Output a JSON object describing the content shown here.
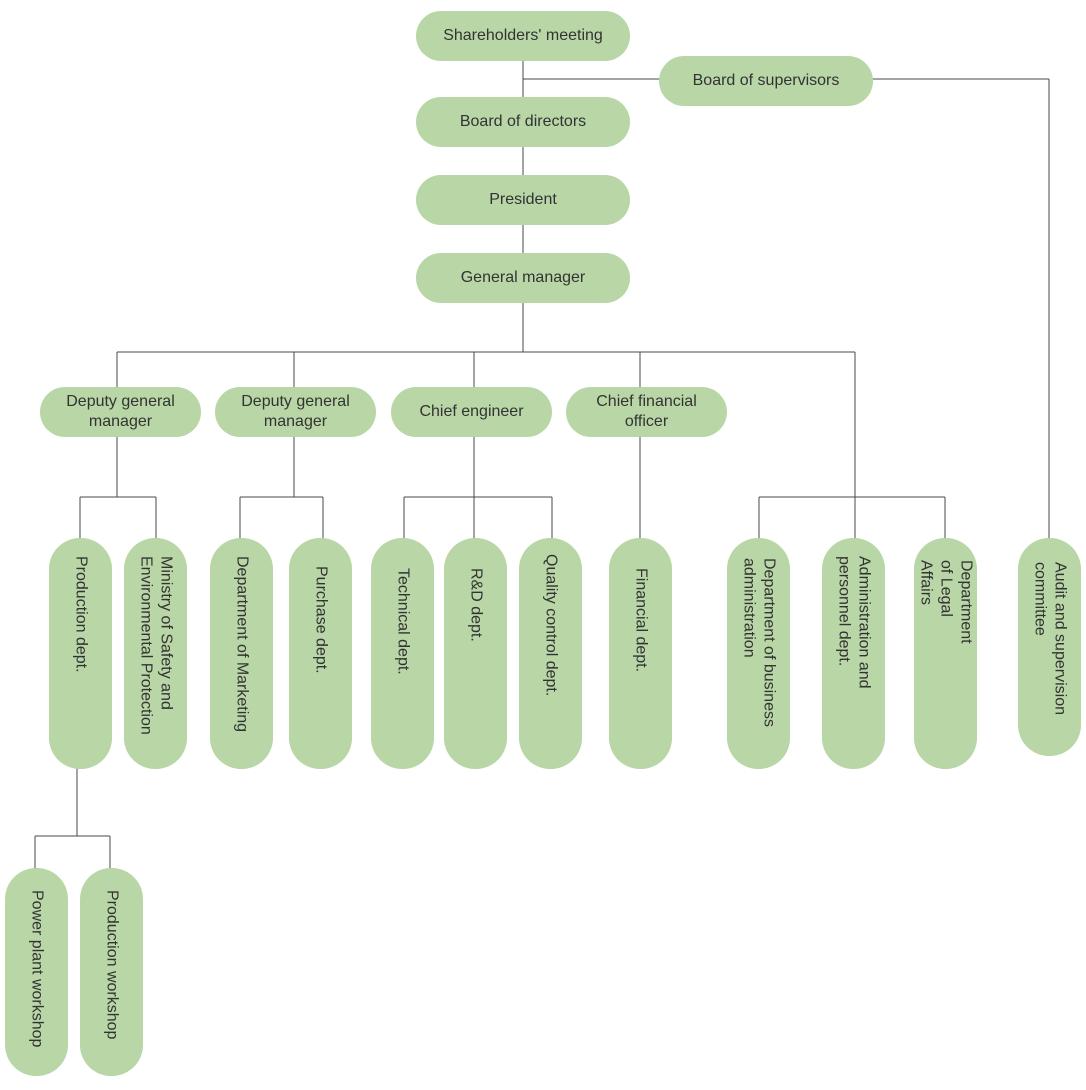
{
  "colors": {
    "node_fill": "#b8d6a6",
    "line": "#4a4a4a",
    "text": "#333333"
  },
  "nodes": {
    "shareholders": "Shareholders' meeting",
    "supervisors": "Board of supervisors",
    "directors": "Board of directors",
    "president": "President",
    "general_manager": "General manager",
    "deputy_gm_1": "Deputy general manager",
    "deputy_gm_2": "Deputy general manager",
    "chief_engineer": "Chief engineer",
    "cfo": "Chief financial officer",
    "production_dept": "Production dept.",
    "safety_env": "Ministry of Safety and Environmental Protection",
    "marketing": "Department of Marketing",
    "purchase": "Purchase dept.",
    "technical": "Technical dept.",
    "rnd": "R&D dept.",
    "quality": "Quality control dept.",
    "financial": "Financial dept.",
    "business_admin": "Department of business administration",
    "admin_personnel": "Administration and personnel dept.",
    "legal": "Department of Legal Affairs",
    "audit": "Audit and supervision committee",
    "power_plant": "Power plant workshop",
    "production_workshop": "Production workshop"
  }
}
